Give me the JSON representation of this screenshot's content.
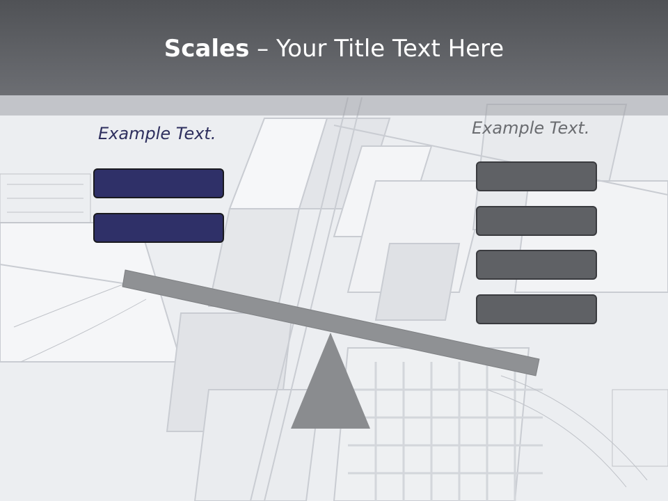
{
  "slide": {
    "title_bold": "Scales",
    "title_rest": " – Your Title Text Here",
    "left_label": "Example Text.",
    "right_label": "Example Text.",
    "left_boxes": [
      "",
      ""
    ],
    "right_boxes": [
      "",
      "",
      "",
      ""
    ]
  },
  "colors": {
    "title_bar": "#5a5c60",
    "left_box": "#2f3068",
    "right_box": "#5f6165",
    "beam": "#8f9194",
    "fulcrum": "#8a8c8f"
  }
}
